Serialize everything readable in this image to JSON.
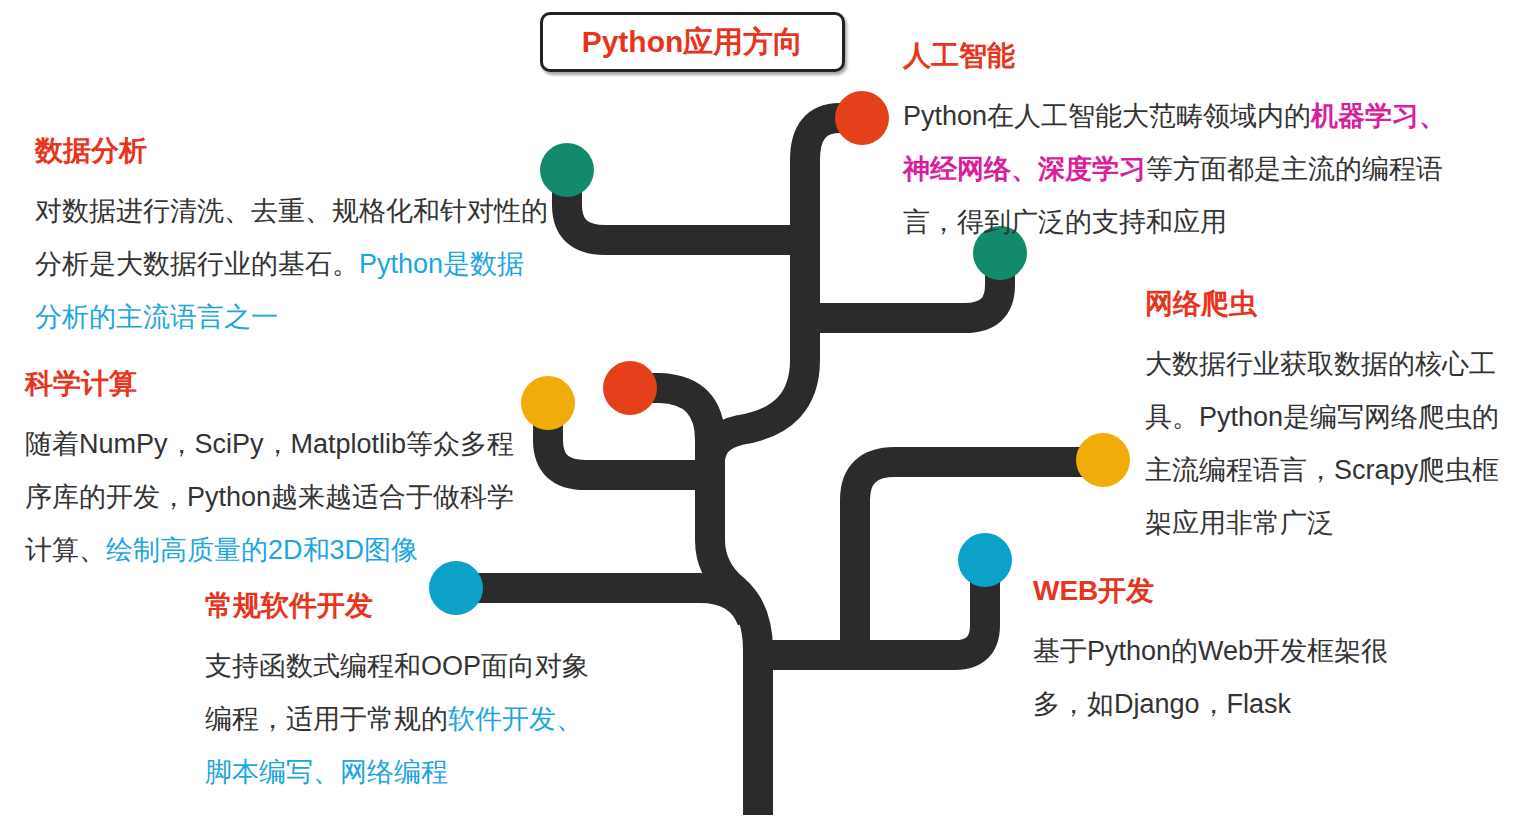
{
  "diagram": {
    "nodes": [
      {
        "text": [
          "Python应用方向"
        ]
      }
    ],
    "labels": [
      "人工智能",
      "Python在人工智能大范畴领域内的",
      "机器学习、神经网络、深度学习",
      "等方面都是主流的编程语言，得到广泛的支持和应用",
      "数据分析",
      "对数据进行清洗、去重、规格化和针对性的分析是大数据行业的基石。",
      "Python是数据分析的主流语言之一",
      "网络爬虫",
      "大数据行业获取数据的核心工具。Python是编写网络爬虫的主流编程语言，Scrapy爬虫框架应用非常广泛",
      "科学计算",
      "随着NumPy，SciPy，Matplotlib等众多程序库的开发，Python越来越适合于做科学计算、",
      "绘制高质量的2D和3D图像",
      "常规软件开发",
      "支持函数式编程和OOP面向对象编程，适用于常规的",
      "软件开发、脚本编写、网络编程",
      "WEB开发",
      "基于Python的Web开发框架很多，如Django，Flask"
    ]
  }
}
